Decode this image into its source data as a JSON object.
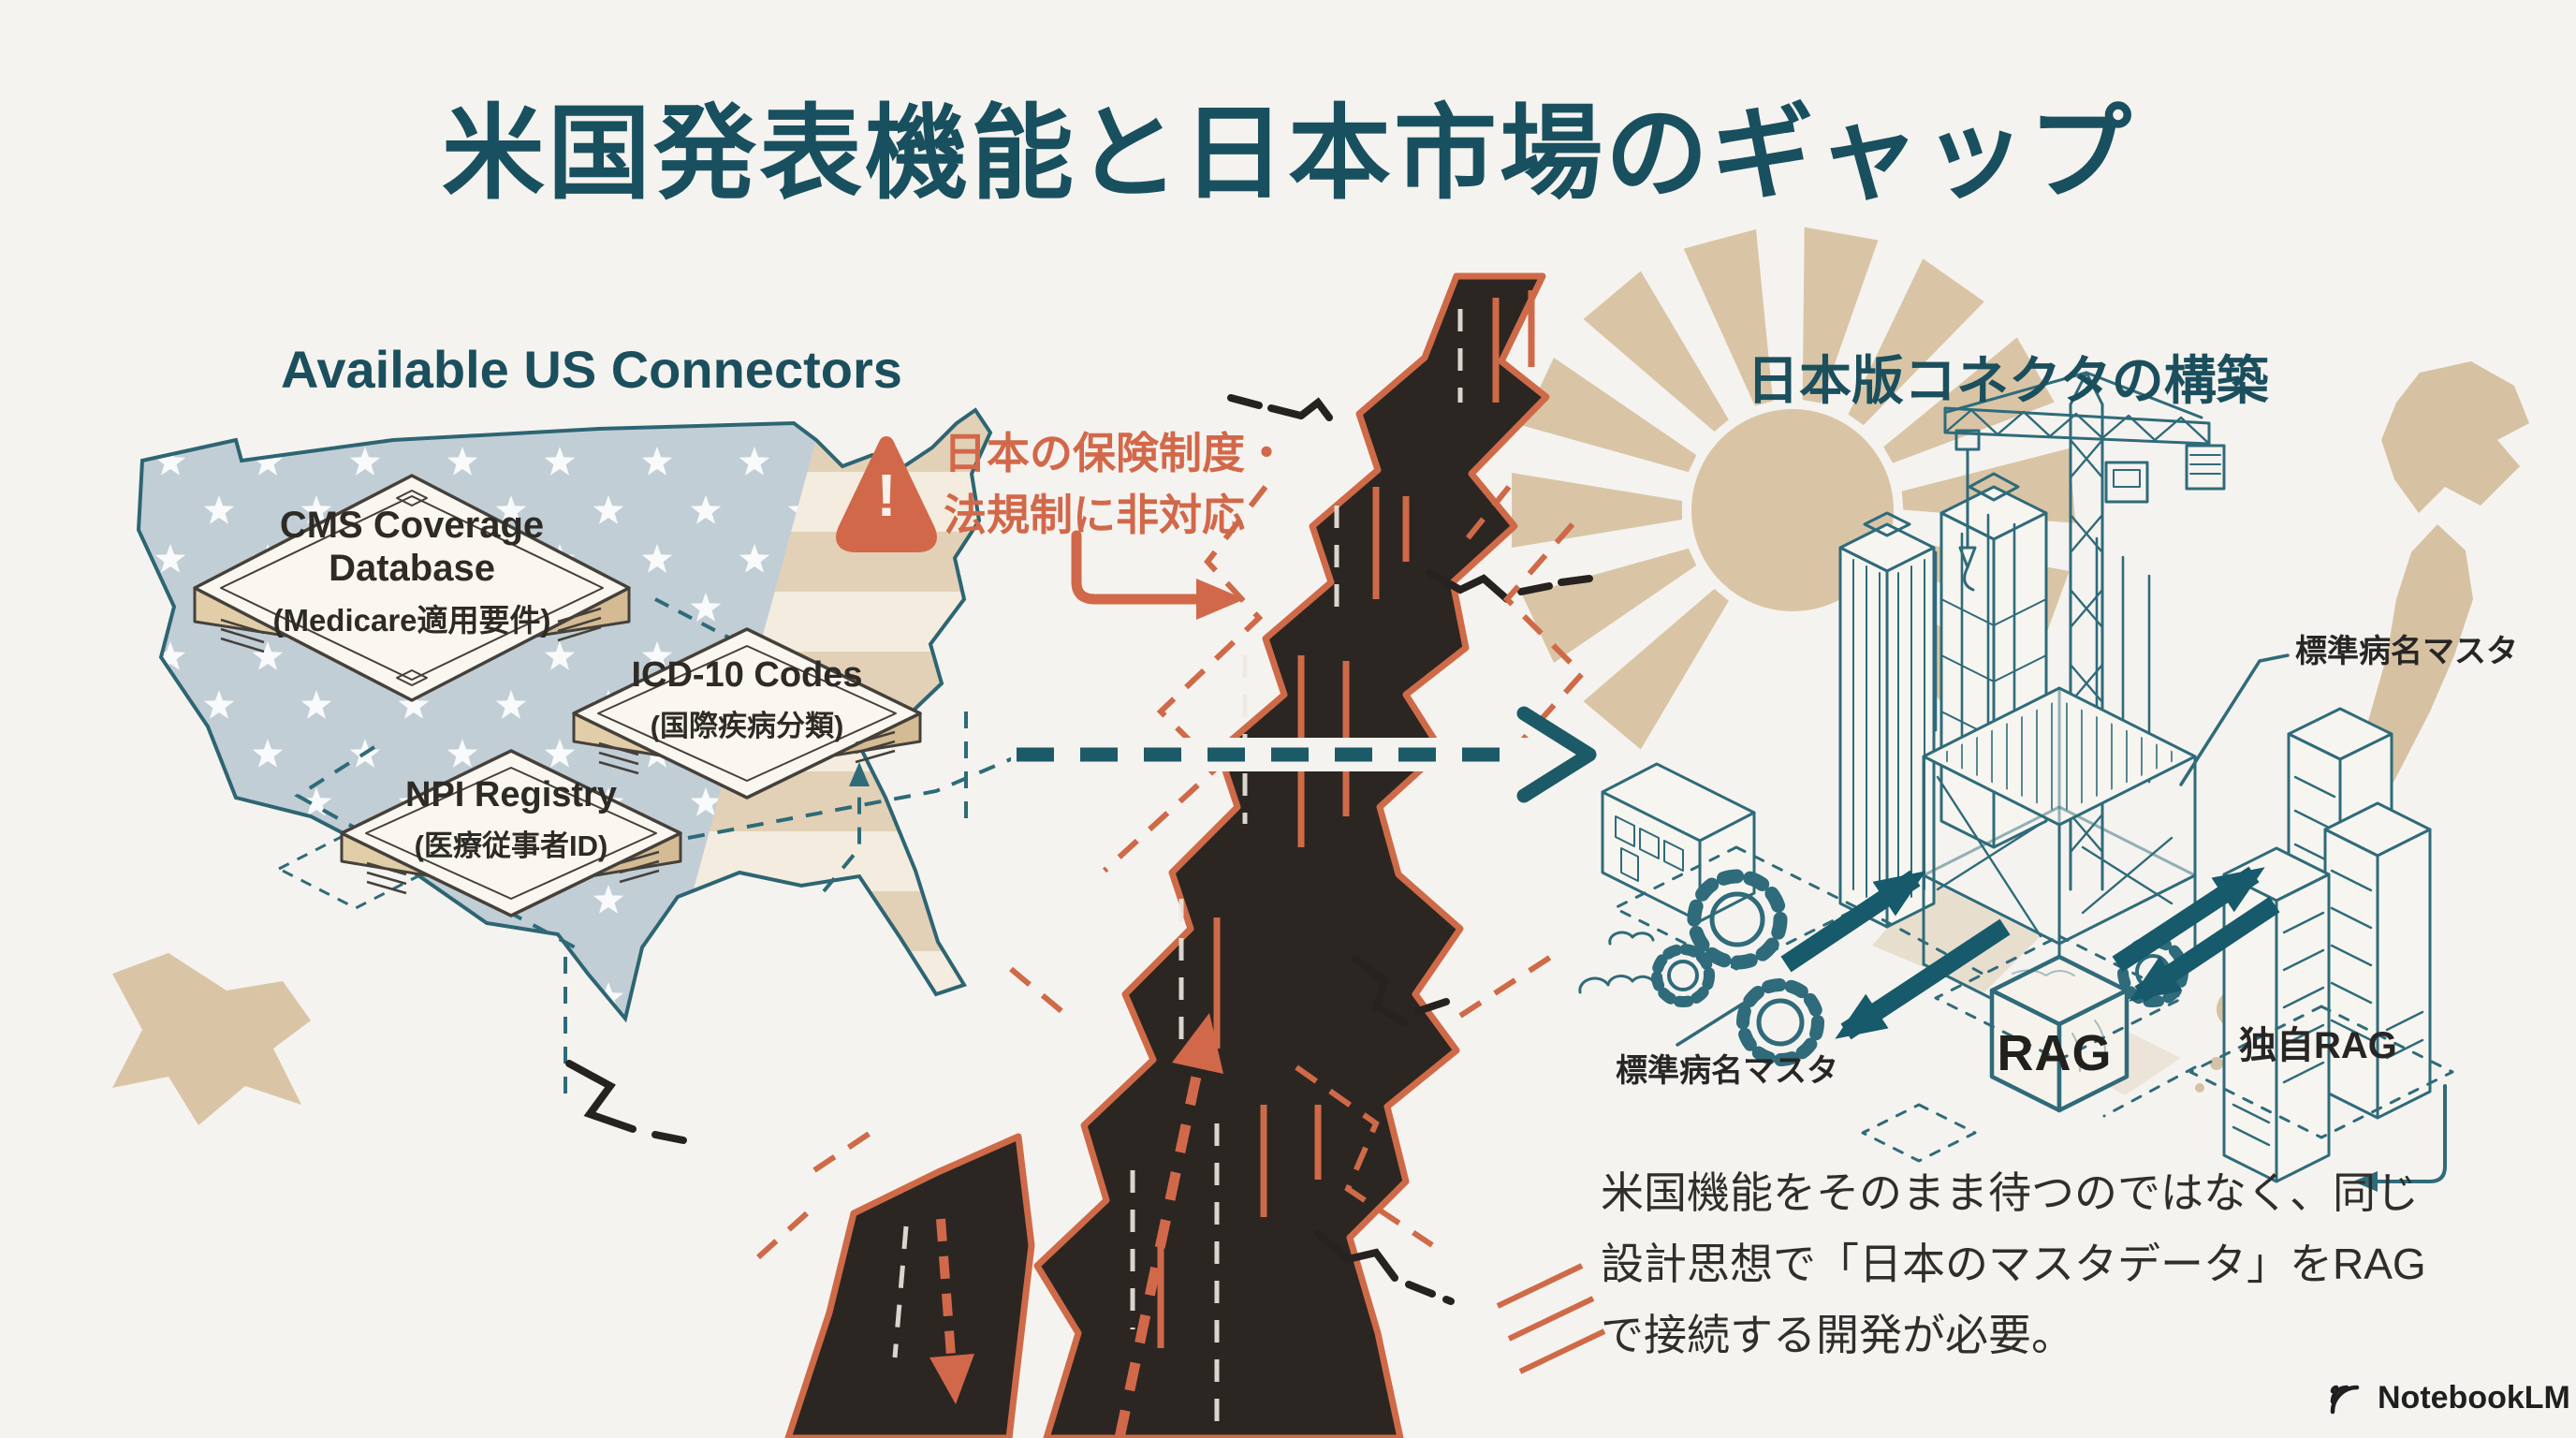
{
  "title": "米国発表機能と日本市場のギャップ",
  "left_panel": {
    "heading": "Available US Connectors",
    "connectors": [
      {
        "title": "CMS Coverage Database",
        "subtitle": "(Medicare適用要件)"
      },
      {
        "title": "ICD-10 Codes",
        "subtitle": "(国際疾病分類)"
      },
      {
        "title": "NPI Registry",
        "subtitle": "(医療従事者ID)"
      }
    ]
  },
  "warning": {
    "icon": "!",
    "line1": "日本の保険制度・",
    "line2": "法規制に非対応"
  },
  "right_panel": {
    "heading": "日本版コネクタの構築",
    "labels": {
      "master_top": "標準病名マスタ",
      "master_left": "標準病名マスタ",
      "rag_cube": "RAG",
      "original_rag": "独自RAG"
    },
    "caption_lines": [
      "米国機能をそのまま待つのではなく、同じ",
      "設計思想で「日本のマスタデータ」をRAG",
      "で接続する開発が必要。"
    ]
  },
  "footer": {
    "logo_text": "NotebookLM"
  },
  "colors": {
    "background": "#f5f3ef",
    "teal_dark": "#19505f",
    "teal_line": "#2f6b7a",
    "orange": "#d2684a",
    "crack_fill": "#2b2622",
    "tan": "#d9c5a6",
    "flag_blue": "#c2ced6"
  }
}
